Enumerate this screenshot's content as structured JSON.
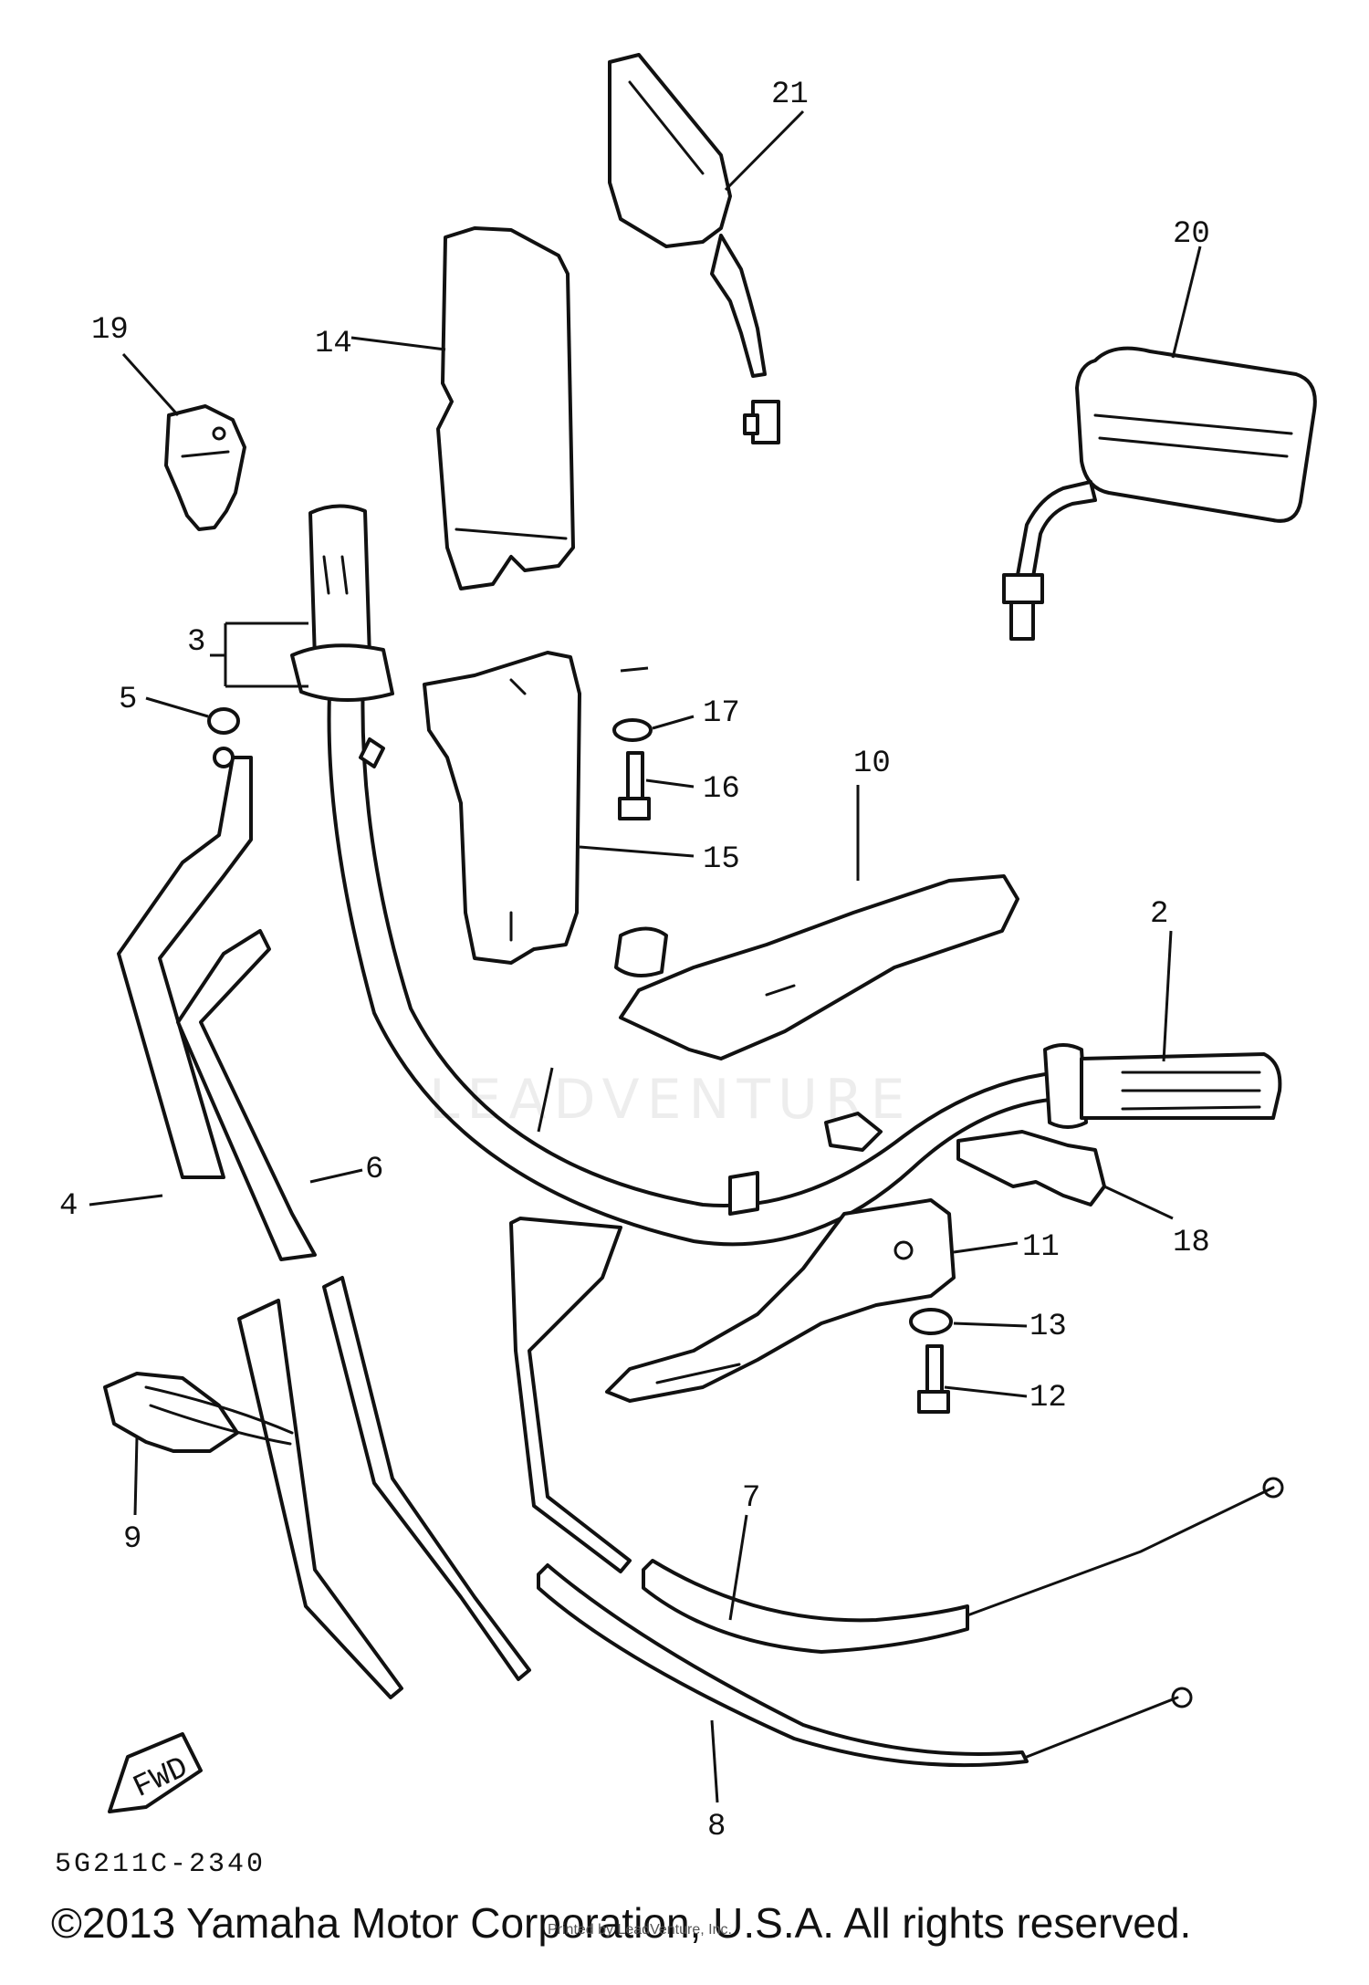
{
  "diagram": {
    "part_labels": [
      "2",
      "3",
      "4",
      "5",
      "6",
      "7",
      "8",
      "9",
      "10",
      "11",
      "12",
      "13",
      "14",
      "15",
      "16",
      "17",
      "18",
      "19",
      "20",
      "21"
    ],
    "drawing_code": "5G211C-2340",
    "fwd_label": "FWD"
  },
  "watermark": "LEADVENTURE",
  "footer": {
    "copyright": "©2013 Yamaha Motor Corporation, U.S.A. All rights reserved.",
    "overlay_text": "Printed by LeadVenture, Inc."
  }
}
